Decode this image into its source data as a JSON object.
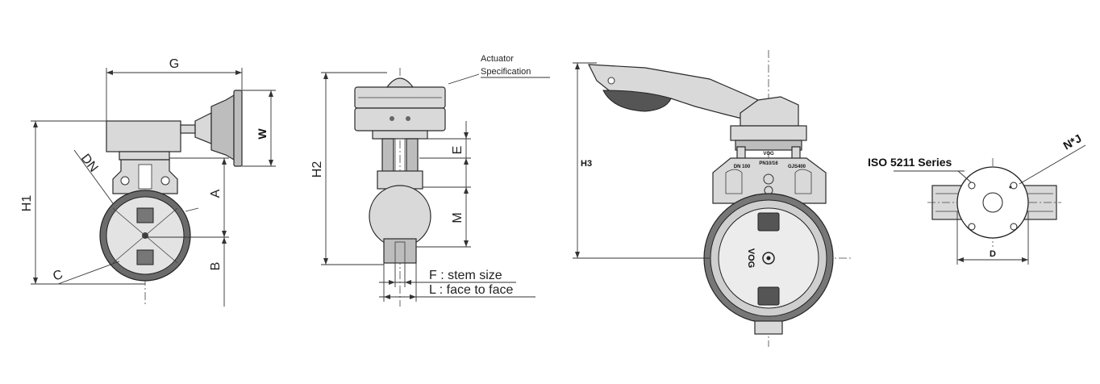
{
  "labels": {
    "G": "G",
    "W": "W",
    "DN": "DN",
    "H1": "H1",
    "A": "A",
    "B": "B",
    "C": "C",
    "actuator_line1": "Actuator",
    "actuator_line2": "Specification",
    "H2": "H2",
    "E": "E",
    "M": "M",
    "F": "F : stem size",
    "L": "L : face to face",
    "H3": "H3",
    "iso": "ISO 5211 Series",
    "NJ": "N*J",
    "D": "D"
  },
  "body_marks": {
    "brand": "VOG",
    "pn": "PN10/16",
    "dn": "DN 100",
    "spec": "GJS400"
  }
}
